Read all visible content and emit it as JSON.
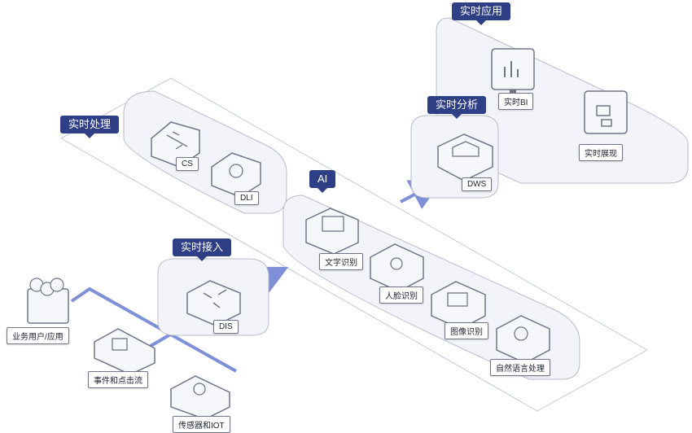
{
  "groups": {
    "realtime_app": "实时应用",
    "realtime_analysis": "实时分析",
    "realtime_processing": "实时处理",
    "ai": "AI",
    "realtime_ingest": "实时接入"
  },
  "nodes": {
    "realtime_bi": "实时BI",
    "realtime_display": "实时展现",
    "dws": "DWS",
    "cs": "CS",
    "dli": "DLI",
    "ocr": "文字识别",
    "face": "人脸识别",
    "image": "图像识别",
    "nlp": "自然语言处理",
    "dis": "DIS",
    "users": "业务用户/应用",
    "events": "事件和点击流",
    "sensors": "传感器和IOT"
  },
  "colors": {
    "tag": "#2f3f86",
    "flow": "#7f8fd8",
    "platform_fill": "#f3f4f9",
    "platform_stroke": "#b9bdc9",
    "node_face": "#f6f7fb",
    "node_stroke": "#6f7687"
  }
}
